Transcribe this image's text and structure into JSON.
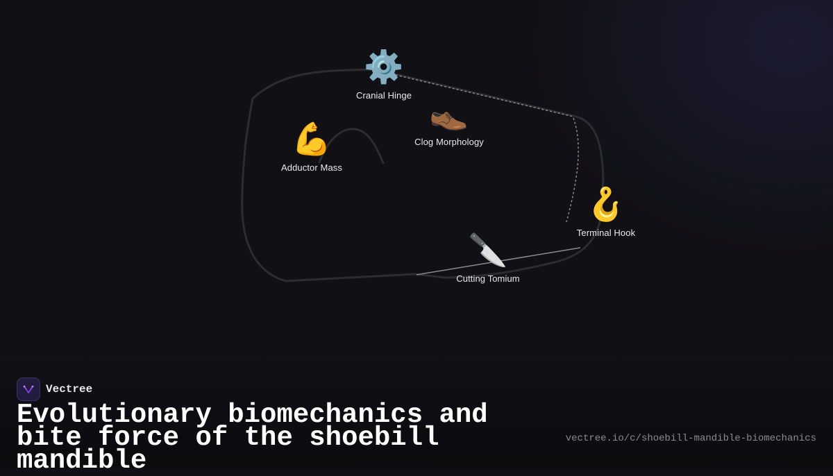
{
  "diagram": {
    "nodes": [
      {
        "id": "cranial-hinge",
        "label": "Cranial Hinge",
        "icon": "gear-icon",
        "glyph": "⚙️"
      },
      {
        "id": "clog-morphology",
        "label": "Clog Morphology",
        "icon": "shoe-icon",
        "glyph": "👞"
      },
      {
        "id": "adductor-mass",
        "label": "Adductor Mass",
        "icon": "flexed-biceps-icon",
        "glyph": "💪"
      },
      {
        "id": "terminal-hook",
        "label": "Terminal Hook",
        "icon": "hook-icon",
        "glyph": "🪝"
      },
      {
        "id": "cutting-tomium",
        "label": "Cutting Tomium",
        "icon": "knife-icon",
        "glyph": "🔪"
      }
    ],
    "colors": {
      "outline": "#2c2c31",
      "connector": "#8a8a90",
      "accent": "#a855f7"
    }
  },
  "footer": {
    "brand": "Vectree",
    "title": "Evolutionary biomechanics and bite force of the shoebill mandible",
    "url": "vectree.io/c/shoebill-mandible-biomechanics"
  }
}
